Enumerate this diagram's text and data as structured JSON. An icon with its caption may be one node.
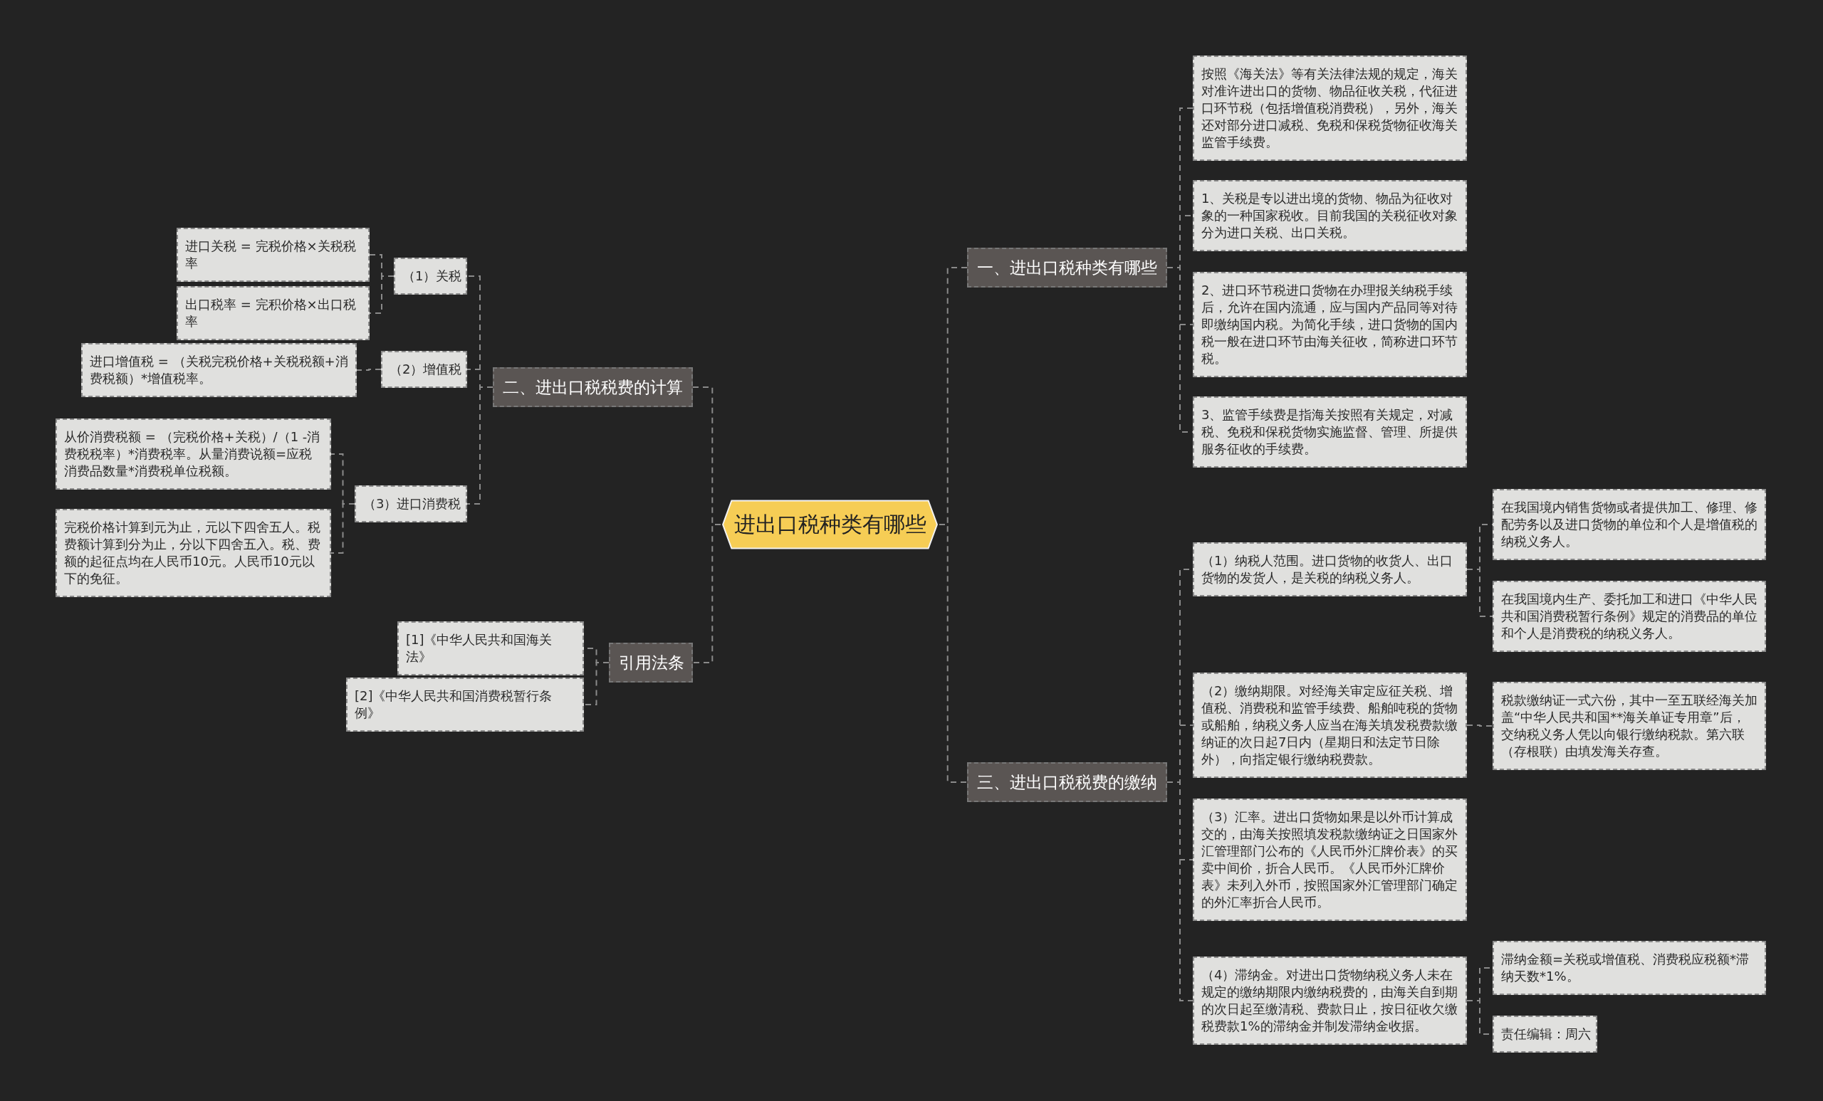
{
  "diagram": {
    "nodes": [
      {
        "text": [
          "进出口税种类有哪些"
        ]
      },
      {
        "text": [
          "一、进出口税种类有哪些"
        ]
      },
      {
        "text": [
          "按照《海关法》等有关法律法规的规定，海关对准许进出口的货物、物品征收关税，代征进口环节税（包括增值税消费税），另外，海关还对部分进口减税、免税和保税货物征收海关监管手续费。"
        ]
      },
      {
        "text": [
          "1、关税是专以进出境的货物、物品为征收对象的一种国家税收。目前我国的关税征收对象分为进口关税、出口关税。"
        ]
      },
      {
        "text": [
          "2、进口环节税进口货物在办理报关纳税手续后，允许在国内流通，应与国内产品同等对待即缴纳国内税。为简化手续，进口货物的国内税一般在进口环节由海关征收，简称进口环节税。"
        ]
      },
      {
        "text": [
          "3、监管手续费是指海关按照有关规定，对减税、免税和保税货物实施监督、管理、所提供服务征收的手续费。"
        ]
      },
      {
        "text": [
          "三、进出口税税费的缴纳"
        ]
      },
      {
        "text": [
          "（1）纳税人范围。进口货物的收货人、出口货物的发货人，是关税的纳税义务人。"
        ]
      },
      {
        "text": [
          "在我国境内销售货物或者提供加工、修理、修配劳务以及进口货物的单位和个人是增值税的纳税义务人。"
        ]
      },
      {
        "text": [
          "在我国境内生产、委托加工和进口《中华人民共和国消费税暂行条例》规定的消费品的单位和个人是消费税的纳税义务人。"
        ]
      },
      {
        "text": [
          "（2）缴纳期限。对经海关审定应征关税、增值税、消费税和监管手续费、船舶吨税的货物或船舶，纳税义务人应当在海关填发税费款缴纳证的次日起7日内（星期日和法定节日除外），向指定银行缴纳税费款。"
        ]
      },
      {
        "text": [
          "税款缴纳证一式六份，其中一至五联经海关加盖“中华人民共和国**海关单证专用章”后，交纳税义务人凭以向银行缴纳税款。第六联（存根联）由填发海关存查。"
        ]
      },
      {
        "text": [
          "（3）汇率。进出口货物如果是以外币计算成交的，由海关按照填发税款缴纳证之日国家外汇管理部门公布的《人民币外汇牌价表》的买卖中间价，折合人民币。《人民币外汇牌价表》未列入外币，按照国家外汇管理部门确定的外汇率折合人民币。"
        ]
      },
      {
        "text": [
          "（4）滞纳金。对进出口货物纳税义务人未在规定的缴纳期限内缴纳税费的，由海关自到期的次日起至缴清税、费款日止，按日征收欠缴税费款1%的滞纳金并制发滞纳金收据。"
        ]
      },
      {
        "text": [
          "滞纳金额=关税或增值税、消费税应税额*滞纳天数*1%。"
        ]
      },
      {
        "text": [
          "责任编辑：周六"
        ]
      },
      {
        "text": [
          "二、进出口税税费的计算"
        ]
      },
      {
        "text": [
          "（1）关税"
        ]
      },
      {
        "text": [
          "进口关税 = 完税价格×关税税率"
        ]
      },
      {
        "text": [
          "出口税率 = 完积价格×出口税率"
        ]
      },
      {
        "text": [
          "（2）增值税"
        ]
      },
      {
        "text": [
          "进口增值税 = （关税完税价格+关税税额+消费税额）*增值税率。"
        ]
      },
      {
        "text": [
          "（3）进口消费税"
        ]
      },
      {
        "text": [
          "从价消费税额 = （完税价格+关税）/（1 -消费税税率）*消费税率。从量消费说额=应税消费品数量*消费税单位税额。"
        ]
      },
      {
        "text": [
          "完税价格计算到元为止，元以下四舍五人。税费额计算到分为止，分以下四舍五入。税、费额的起征点均在人民币10元。人民币10元以下的免征。"
        ]
      },
      {
        "text": [
          "引用法条"
        ]
      },
      {
        "text": [
          "[1]《中华人民共和国海关法》"
        ]
      },
      {
        "text": [
          "[2]《中华人民共和国消费税暂行条例》"
        ]
      }
    ],
    "edges": [
      {
        "from": 0,
        "to": 1,
        "arrow": "none"
      },
      {
        "from": 0,
        "to": 6,
        "arrow": "none"
      },
      {
        "from": 0,
        "to": 16,
        "arrow": "none"
      },
      {
        "from": 0,
        "to": 25,
        "arrow": "none"
      },
      {
        "from": 1,
        "to": 2,
        "arrow": "none"
      },
      {
        "from": 1,
        "to": 3,
        "arrow": "none"
      },
      {
        "from": 1,
        "to": 4,
        "arrow": "none"
      },
      {
        "from": 1,
        "to": 5,
        "arrow": "none"
      },
      {
        "from": 6,
        "to": 7,
        "arrow": "none"
      },
      {
        "from": 6,
        "to": 10,
        "arrow": "none"
      },
      {
        "from": 6,
        "to": 12,
        "arrow": "none"
      },
      {
        "from": 6,
        "to": 13,
        "arrow": "none"
      },
      {
        "from": 7,
        "to": 8,
        "arrow": "none"
      },
      {
        "from": 7,
        "to": 9,
        "arrow": "none"
      },
      {
        "from": 10,
        "to": 11,
        "arrow": "none"
      },
      {
        "from": 13,
        "to": 14,
        "arrow": "none"
      },
      {
        "from": 13,
        "to": 15,
        "arrow": "none"
      },
      {
        "from": 16,
        "to": 17,
        "arrow": "none"
      },
      {
        "from": 16,
        "to": 20,
        "arrow": "none"
      },
      {
        "from": 16,
        "to": 22,
        "arrow": "none"
      },
      {
        "from": 17,
        "to": 18,
        "arrow": "none"
      },
      {
        "from": 17,
        "to": 19,
        "arrow": "none"
      },
      {
        "from": 20,
        "to": 21,
        "arrow": "none"
      },
      {
        "from": 22,
        "to": 23,
        "arrow": "none"
      },
      {
        "from": 22,
        "to": 24,
        "arrow": "none"
      },
      {
        "from": 25,
        "to": 26,
        "arrow": "none"
      },
      {
        "from": 25,
        "to": 27,
        "arrow": "none"
      }
    ]
  }
}
